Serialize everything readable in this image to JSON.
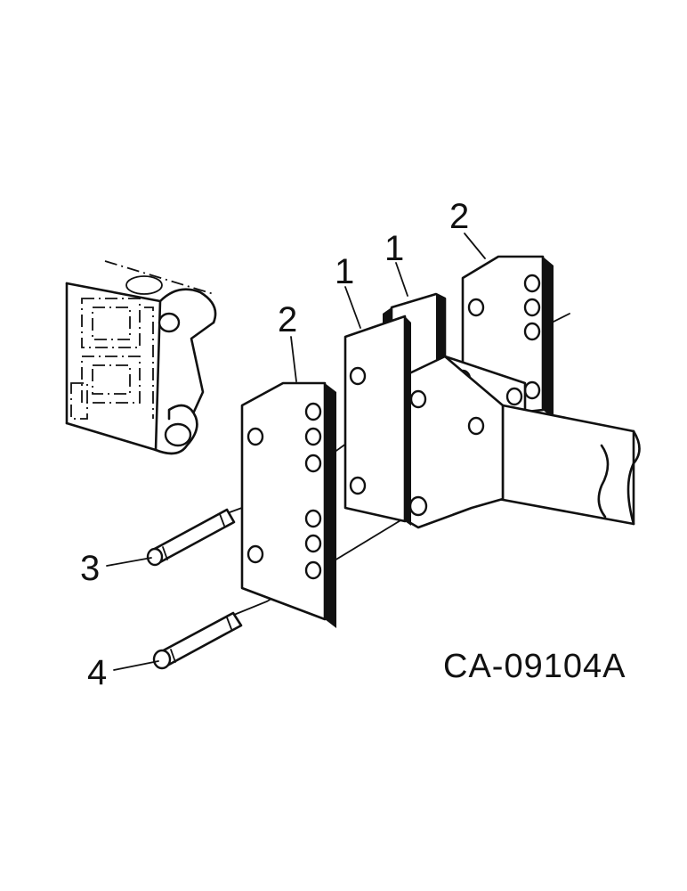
{
  "callouts": {
    "bracket_left": "2",
    "plate_front": "1",
    "plate_back": "1",
    "bracket_right": "2",
    "pin_upper": "3",
    "pin_lower": "4"
  },
  "figure_code": "CA-09104A"
}
